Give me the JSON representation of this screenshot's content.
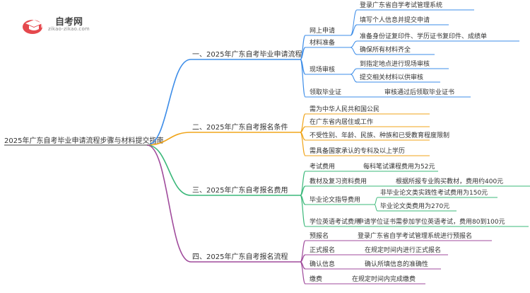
{
  "logo": {
    "title": "自考网",
    "url": "zikao-zikao.com"
  },
  "root": "2025年广东自考毕业申请流程步骤与材料提交指南",
  "colors": {
    "blue": "#3d8de8",
    "orange": "#f0a51b",
    "green": "#3bb87a",
    "purple": "#a04b9c",
    "line": "#666666"
  },
  "branches": [
    {
      "label": "一、2025年广东自考毕业申请流程",
      "children": [
        {
          "label": "网上申请",
          "children": [
            "登录广东省自学考试管理系统",
            "填写个人信息并提交申请"
          ]
        },
        {
          "label": "材料准备",
          "children": [
            "准备身份证复印件、学历证书复印件、成绩单",
            "确保所有材料齐全"
          ]
        },
        {
          "label": "现场审核",
          "children": [
            "到指定地点进行现场审核",
            "提交相关材料以供审核"
          ]
        },
        {
          "label": "领取毕业证",
          "children": [
            "审核通过后领取毕业证书"
          ]
        }
      ]
    },
    {
      "label": "二、2025年广东自考报名条件",
      "children": [
        {
          "label": "需为中华人民共和国公民",
          "children": []
        },
        {
          "label": "在广东省内居住或工作",
          "children": []
        },
        {
          "label": "不受性别、年龄、民族、种族和已受教育程度限制",
          "children": []
        },
        {
          "label": "需具备国家承认的专科及以上学历",
          "children": []
        }
      ]
    },
    {
      "label": "三、2025年广东自考报名费用",
      "children": [
        {
          "label": "考试费用",
          "children": [
            "每科笔试课程费用为52元"
          ]
        },
        {
          "label": "教材及复习资料费用",
          "children": [
            "根据所报专业购买教材，费用约400元"
          ]
        },
        {
          "label": "毕业论文指导费用",
          "children": [
            "非毕业论文类实践性考试费用为150元",
            "毕业论文类费用为270元"
          ]
        },
        {
          "label": "学位英语考试费用",
          "children": [
            "申请学位证书需参加学位英语考试，费用80到100元"
          ]
        }
      ]
    },
    {
      "label": "四、2025年广东自考报名流程",
      "children": [
        {
          "label": "预报名",
          "children": [
            "登录广东省自学考试管理系统进行预报名"
          ]
        },
        {
          "label": "正式报名",
          "children": [
            "在规定时间内进行正式报名"
          ]
        },
        {
          "label": "确认信息",
          "children": [
            "确认所填信息的准确性"
          ]
        },
        {
          "label": "缴费",
          "children": [
            "在规定时间内完成缴费"
          ]
        }
      ]
    }
  ]
}
